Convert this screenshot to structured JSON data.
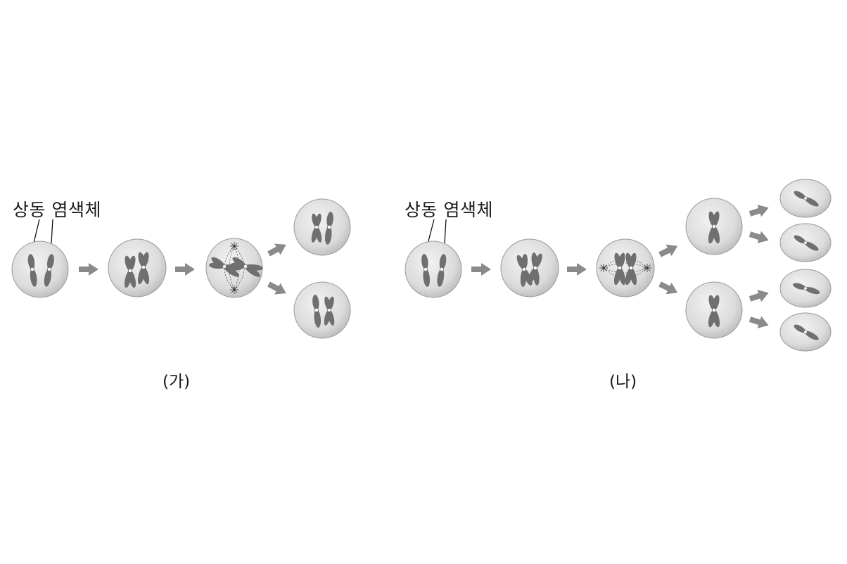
{
  "panels": [
    {
      "id": "a",
      "caption": "(가)",
      "callout": "상동 염색체"
    },
    {
      "id": "b",
      "caption": "(나)",
      "callout": "상동 염색체"
    }
  ],
  "colors": {
    "cell_fill": "#dcdcdc",
    "cell_edge": "#9a9a9a",
    "chromosome": "#6f6f6f",
    "arrow": "#8a8a8a",
    "spindle": "#555555",
    "text": "#1a1a1a"
  },
  "icons": [
    "arrow-right-icon",
    "cell-icon",
    "chromosome-icon",
    "centrosome-icon"
  ]
}
